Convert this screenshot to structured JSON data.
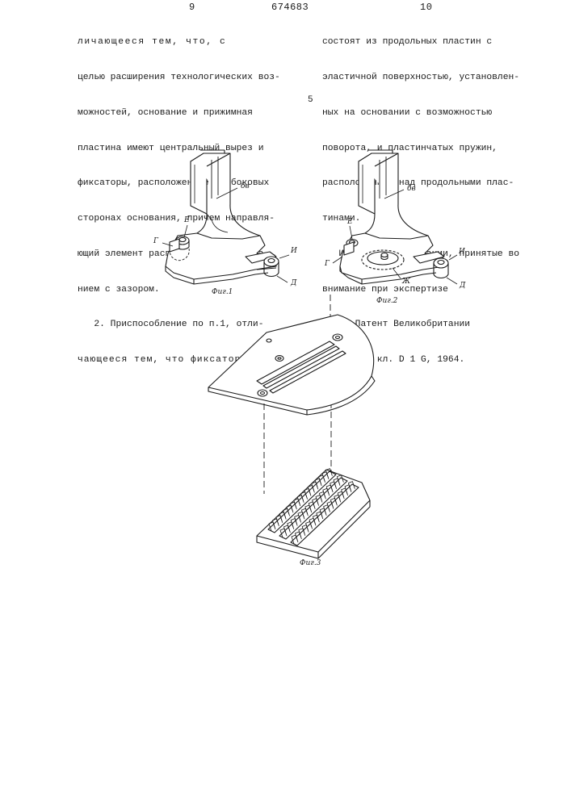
{
  "header": {
    "page_left": "9",
    "patent_number": "674683",
    "page_right": "10"
  },
  "left_column": {
    "lines": [
      "личающееся тем, что, с",
      "целью расширения технологических воз-",
      "можностей, основание и прижимная",
      "пластина имеют центральный вырез и",
      "фиксаторы, расположенные на боковых",
      "сторонах основания, причем направля-",
      "ющий элемент расположен над основа-",
      "нием с зазором.",
      "   2. Приспособление по п.1, отли-",
      "чающееся тем, что фиксаторы"
    ]
  },
  "right_column": {
    "lines": [
      "состоят из продольных пластин с",
      "эластичной поверхностью, установлен-",
      "ных на основании с возможностью",
      "поворота, и пластинчатых пружин,",
      "расположенных над продольными плас-",
      "тинами.",
      "   Источники информации, принятые во",
      "внимание при экспертизе",
      "   1. Патент Великобритании",
      "№ 978872, кл. D 1 G, 1964."
    ]
  },
  "margin_line_number": "5",
  "figures": {
    "fig1": {
      "caption": "Фиг.1",
      "labels": {
        "bv": "бв",
        "e": "Е",
        "g": "Г",
        "i": "И",
        "d": "Д"
      }
    },
    "fig2": {
      "caption": "Фиг.2",
      "labels": {
        "bv": "бв",
        "e": "Е",
        "g": "Г",
        "i": "И",
        "d": "Д",
        "zh": "Ж"
      }
    },
    "fig3": {
      "caption": "Фиг.3"
    }
  }
}
